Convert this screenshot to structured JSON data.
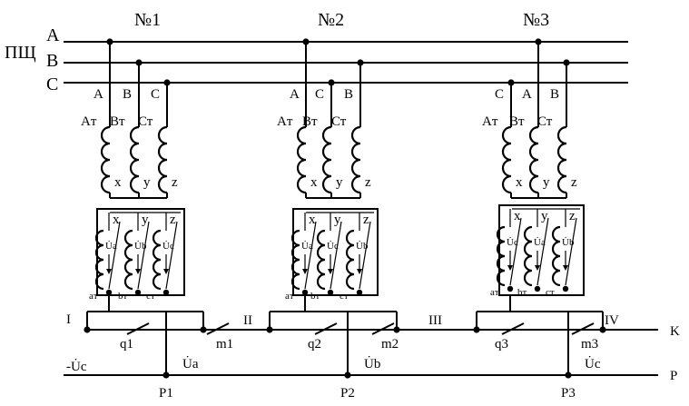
{
  "panel_label": "ПЩ",
  "buses": {
    "a": "A",
    "b": "B",
    "c": "C"
  },
  "units": [
    {
      "number": "№1",
      "taps": [
        "A",
        "B",
        "C"
      ],
      "primary_top": [
        "Aт",
        "Вт",
        "Ст"
      ],
      "primary_bottom": [
        "x",
        "y",
        "z"
      ],
      "secondary_top": [
        "x",
        "y",
        "z"
      ],
      "voltages": [
        "U̇a",
        "U̇b",
        "U̇c"
      ],
      "secondary_bottom": [
        "aт",
        "bт",
        "cт"
      ],
      "switch_q": "q1",
      "switch_m": "m1",
      "probe": "P1",
      "probe_voltage": "U̇a"
    },
    {
      "number": "№2",
      "taps": [
        "A",
        "C",
        "B"
      ],
      "primary_top": [
        "Aт",
        "Вт",
        "Ст"
      ],
      "primary_bottom": [
        "x",
        "y",
        "z"
      ],
      "secondary_top": [
        "x",
        "y",
        "z"
      ],
      "voltages": [
        "U̇a",
        "U̇c",
        "U̇b"
      ],
      "secondary_bottom": [
        "aт",
        "bт",
        "cт"
      ],
      "switch_q": "q2",
      "switch_m": "m2",
      "probe": "P2",
      "probe_voltage": "U̇b"
    },
    {
      "number": "№3",
      "taps": [
        "C",
        "A",
        "B"
      ],
      "primary_top": [
        "Aт",
        "Вт",
        "Ст"
      ],
      "primary_bottom": [
        "x",
        "y",
        "z"
      ],
      "secondary_top": [
        "x",
        "y",
        "z"
      ],
      "voltages": [
        "U̇c",
        "U̇a",
        "U̇b"
      ],
      "secondary_bottom": [
        "aт",
        "bт",
        "cт"
      ],
      "switch_q": "q3",
      "switch_m": "m3",
      "probe": "P3",
      "probe_voltage": "U̇c"
    }
  ],
  "sections": [
    "I",
    "II",
    "III",
    "IV"
  ],
  "line_k": "K",
  "line_p": "P",
  "left_voltage": "-U̇c"
}
